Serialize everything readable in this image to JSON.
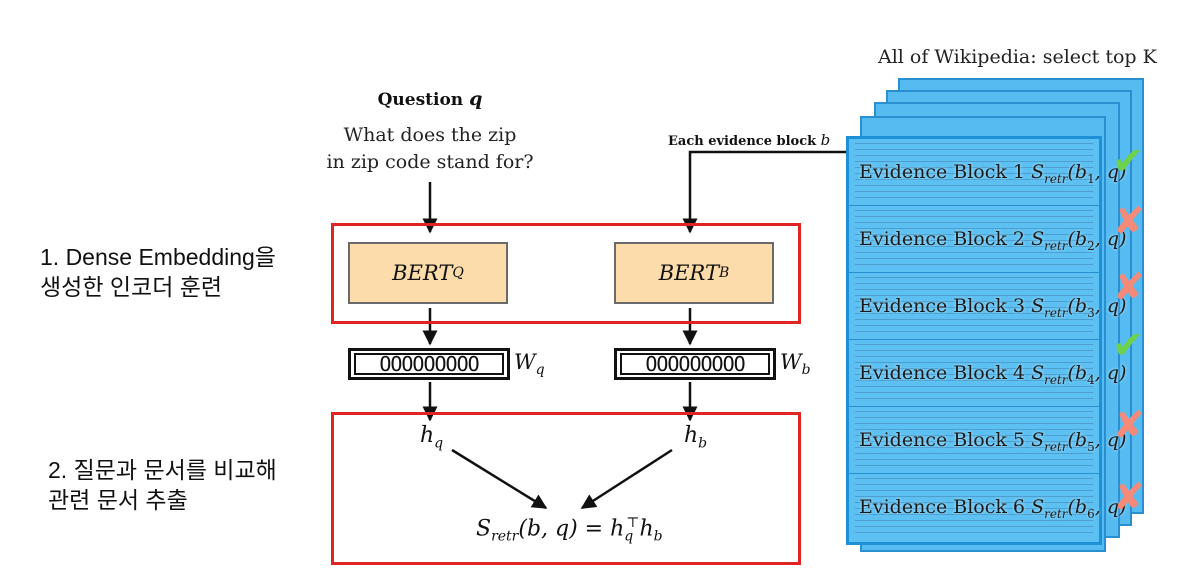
{
  "wikipedia_label": "All of Wikipedia: select top K",
  "question": {
    "title": "Question",
    "var": "q",
    "line1": "What does the zip",
    "line2": "in zip code stand for?"
  },
  "evidence_label": {
    "text": "Each evidence block",
    "var": "b"
  },
  "encoders": {
    "query": {
      "name": "BERT",
      "sub": "Q"
    },
    "block": {
      "name": "BERT",
      "sub": "B"
    }
  },
  "vectors": {
    "query": {
      "dots": "OOOOOOOOO",
      "label": "W",
      "sub": "q"
    },
    "block": {
      "dots": "OOOOOOOOO",
      "label": "W",
      "sub": "b"
    }
  },
  "hidden": {
    "query": {
      "label": "h",
      "sub": "q"
    },
    "block": {
      "label": "h",
      "sub": "b"
    }
  },
  "score_formula": {
    "lhs": "S",
    "lhs_sub": "retr",
    "args": "(b, q) = h",
    "h_sub": "q",
    "sup": "⊤",
    "tail": "h",
    "tail_sub": "b"
  },
  "steps": {
    "step1_line1": "1. Dense Embedding을",
    "step1_line2": "생성한 인코더 훈련",
    "step2_line1": "2. 질문과 문서를 비교해",
    "step2_line2": "관련 문서 추출"
  },
  "blocks": [
    {
      "label": "Evidence Block 1",
      "sub": "b",
      "idx": "1",
      "result": "check"
    },
    {
      "label": "Evidence Block 2",
      "sub": "b",
      "idx": "2",
      "result": "cross"
    },
    {
      "label": "Evidence Block 3",
      "sub": "b",
      "idx": "3",
      "result": "cross"
    },
    {
      "label": "Evidence Block 4",
      "sub": "b",
      "idx": "4",
      "result": "check"
    },
    {
      "label": "Evidence Block 5",
      "sub": "b",
      "idx": "5",
      "result": "cross"
    },
    {
      "label": "Evidence Block 6",
      "sub": "b",
      "idx": "6",
      "result": "cross"
    }
  ],
  "colors": {
    "red_box": "#e02424",
    "bert_fill": "#fbdcaa",
    "page_blue": "#5cc0f2",
    "check": "#6bd24a",
    "cross": "#f58a78"
  }
}
